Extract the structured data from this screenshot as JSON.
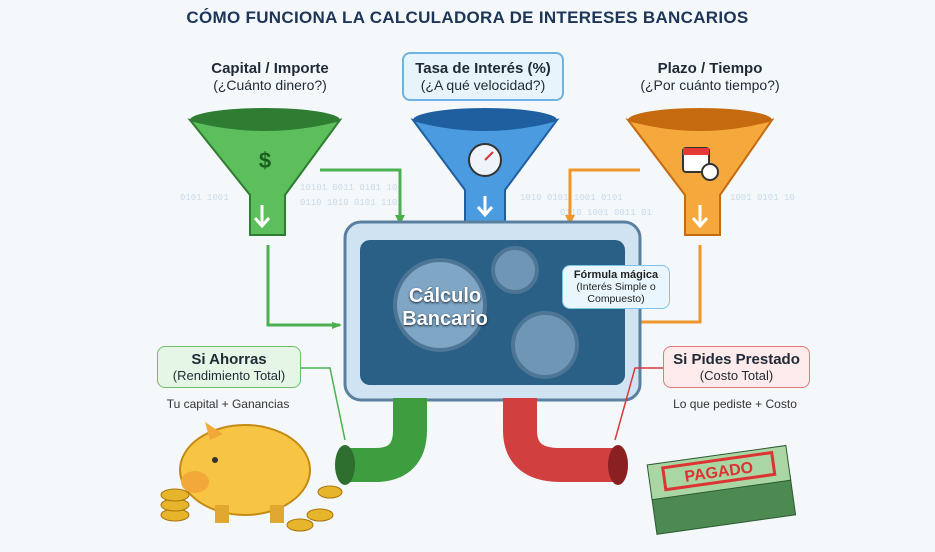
{
  "title": "CÓMO FUNCIONA LA CALCULADORA DE INTERESES BANCARIOS",
  "inputs": [
    {
      "title": "Capital / Importe",
      "subtitle": "(¿Cuánto dinero?)",
      "icon": "money-bag-icon",
      "color": "#4caf50"
    },
    {
      "title": "Tasa de Interés (%)",
      "subtitle": "(¿A qué velocidad?)",
      "icon": "speedometer-icon",
      "color": "#2f80d0"
    },
    {
      "title": "Plazo / Tiempo",
      "subtitle": "(¿Por cuánto tiempo?)",
      "icon": "calendar-clock-icon",
      "color": "#f0962a"
    }
  ],
  "machine": {
    "line1": "Cálculo",
    "line2": "Bancario",
    "formula_title": "Fórmula mágica",
    "formula_sub1": "(Interés Simple o",
    "formula_sub2": "Compuesto)"
  },
  "outputs": [
    {
      "title": "Si Ahorras",
      "subtitle": "(Rendimiento Total)",
      "caption": "Tu capital + Ganancias",
      "color": "#43a047"
    },
    {
      "title": "Si Pides Prestado",
      "subtitle": "(Costo Total)",
      "caption": "Lo que pediste + Costo",
      "color": "#d93a3a"
    }
  ],
  "stamp": "PAGADO",
  "dollar": "$"
}
